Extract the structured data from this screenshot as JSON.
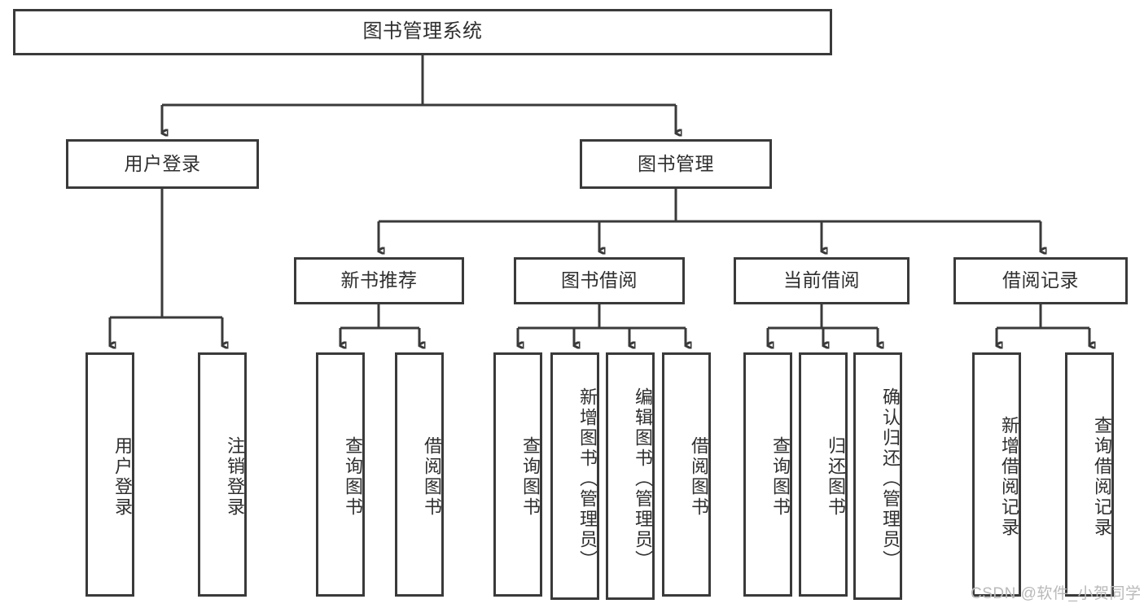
{
  "diagram": {
    "title": "图书管理系统",
    "type": "tree-functional-structure",
    "root": {
      "id": "root",
      "label": "图书管理系统"
    },
    "level2": [
      {
        "id": "user-login",
        "label": "用户登录"
      },
      {
        "id": "book-management",
        "label": "图书管理"
      }
    ],
    "level3": [
      {
        "id": "new-book-recommend",
        "label": "新书推荐",
        "parent": "book-management"
      },
      {
        "id": "book-borrow",
        "label": "图书借阅",
        "parent": "book-management"
      },
      {
        "id": "current-borrow",
        "label": "当前借阅",
        "parent": "book-management"
      },
      {
        "id": "borrow-record",
        "label": "借阅记录",
        "parent": "book-management"
      }
    ],
    "leaves": {
      "user_login": [
        {
          "id": "leaf-user-login",
          "label": "用户登录"
        },
        {
          "id": "leaf-user-logout",
          "label": "注销登录"
        }
      ],
      "new_book_recommend": [
        {
          "id": "leaf-query-book-1",
          "label": "查询图书"
        },
        {
          "id": "leaf-borrow-book-1",
          "label": "借阅图书"
        }
      ],
      "book_borrow": [
        {
          "id": "leaf-query-book-2",
          "label": "查询图书"
        },
        {
          "id": "leaf-add-book",
          "label": "新增图书（管理员）"
        },
        {
          "id": "leaf-edit-book",
          "label": "编辑图书（管理员）"
        },
        {
          "id": "leaf-borrow-book-2",
          "label": "借阅图书"
        }
      ],
      "current_borrow": [
        {
          "id": "leaf-query-book-3",
          "label": "查询图书"
        },
        {
          "id": "leaf-return-book",
          "label": "归还图书"
        },
        {
          "id": "leaf-confirm-return",
          "label": "确认归还（管理员）"
        }
      ],
      "borrow_record": [
        {
          "id": "leaf-add-record",
          "label": "新增借阅记录"
        },
        {
          "id": "leaf-query-record",
          "label": "查询借阅记录"
        }
      ]
    },
    "colors": {
      "stroke": "#3a3a3a",
      "fill": "#ffffff",
      "text": "#2f2f2f",
      "watermark": "#b9b9b9"
    }
  },
  "watermark": {
    "text": "CSDN @软件_小贺同学"
  }
}
